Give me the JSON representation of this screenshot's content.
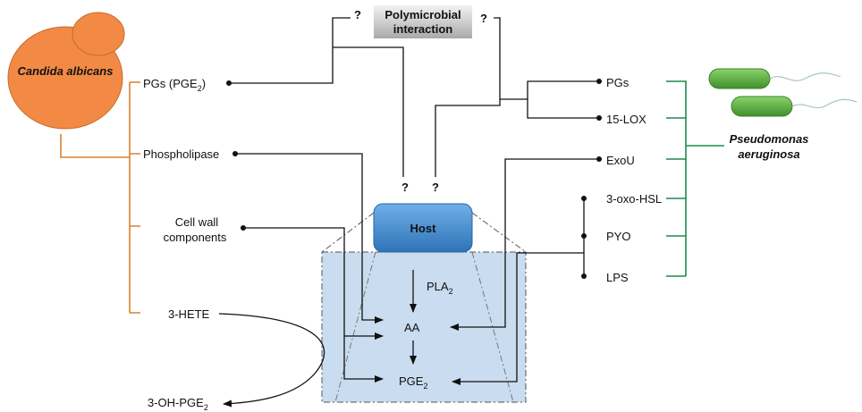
{
  "title_box": {
    "line1": "Polymicrobial",
    "line2": "interaction"
  },
  "question_mark": "?",
  "candida": {
    "name": "Candida albicans",
    "color": "#f28a45"
  },
  "pseudomonas": {
    "line1": "Pseudomonas",
    "line2": "aeruginosa",
    "color": "#1e8a4a"
  },
  "host": {
    "label": "Host",
    "color": "#3f86c8"
  },
  "candida_factors": {
    "pgs_main": "PGs (PGE",
    "pgs_sub": "2",
    "pgs_close": ")",
    "phospholipase": "Phospholipase",
    "cell_wall_1": "Cell wall",
    "cell_wall_2": "components",
    "hete": "3-HETE",
    "ohpge_main": "3-OH-PGE",
    "ohpge_sub": "2"
  },
  "pseudomonas_factors": {
    "pgs": "PGs",
    "lox": "15-LOX",
    "exou": "ExoU",
    "hsl": "3-oxo-HSL",
    "pyo": "PYO",
    "lps": "LPS"
  },
  "pathway": {
    "pla_main": "PLA",
    "pla_sub": "2",
    "aa": "AA",
    "pge_main": "PGE",
    "pge_sub": "2"
  }
}
